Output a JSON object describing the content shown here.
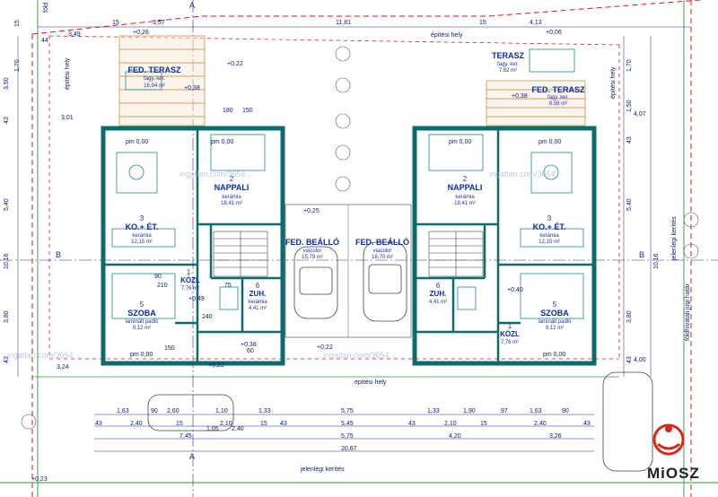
{
  "rooms": {
    "terasz_left": {
      "name": "FED. TERASZ",
      "finish": "fagy. ker.",
      "area": "16,94 m²"
    },
    "terasz_right_top": {
      "name": "TERASZ",
      "finish": "fagy. ker.",
      "area": "7,62 m²"
    },
    "terasz_right": {
      "name": "FED. TERASZ",
      "finish": "fagy. ker.",
      "area": "8,58 m²"
    },
    "nappali_left": {
      "num": "2",
      "name": "NAPPALI",
      "finish": "kerámia",
      "area": "18,41 m²"
    },
    "nappali_right": {
      "num": "2",
      "name": "NAPPALI",
      "finish": "kerámia",
      "area": "18,41 m²"
    },
    "koet_left": {
      "num": "3",
      "name": "KO.+ ÉT.",
      "finish": "kerámia",
      "area": "12,15 m²"
    },
    "koet_right": {
      "num": "3",
      "name": "KO.+ ÉT.",
      "finish": "kerámia",
      "area": "12,15 m²"
    },
    "szoba_left": {
      "num": "5",
      "name": "SZOBA",
      "finish": "laminált padló",
      "area": "9,12 m²"
    },
    "szoba_right": {
      "num": "5",
      "name": "SZOBA",
      "finish": "laminált padló",
      "area": "9,12 m²"
    },
    "kozl_left": {
      "num": "1",
      "name": "KÖZL",
      "area": "7,76 m²"
    },
    "kozl_right": {
      "num": "1",
      "name": "KÖZL",
      "area": "7,76 m²"
    },
    "zuh_left": {
      "num": "6",
      "name": "ZUH.",
      "finish": "kerámia",
      "area": "4,41 m²"
    },
    "zuh_right": {
      "num": "6",
      "name": "ZUH.",
      "area": "4,41 m²"
    },
    "beallo_left": {
      "name": "FED. BEÁLLÓ",
      "finish": "viacolor",
      "area": "15,79 m²"
    },
    "beallo_right": {
      "name": "FED. BEÁLLÓ",
      "finish": "viacolor",
      "area": "16,70 m²"
    }
  },
  "labels": {
    "epitesihely": "építési hely",
    "jelenlegi_kerites": "jelenlegi kerítés",
    "foldhivatali": "földhivatali jogi határ",
    "fold": "föld",
    "section_a": "A",
    "section_b": "B",
    "pm": "pm 0,00",
    "watermark": "ingatlan.com/3654...",
    "brand": "MiOSZ"
  },
  "levels": {
    "p026": "+0,26",
    "p022": "+0,22",
    "p038": "+0,38",
    "p006": "+0,06",
    "p025": "+0,25",
    "p040": "+0,40",
    "p023": "+0,23",
    "p049": "+0,49"
  },
  "dims_top": [
    "3,57",
    "11,81",
    "4,13",
    "3,49",
    "44",
    "15",
    "3,01",
    "4,07",
    "15"
  ],
  "dims_left": [
    "3,50",
    "1,70",
    "43",
    "5,40",
    "10,16",
    "3,80",
    "43",
    "15"
  ],
  "dims_right": [
    "1,70",
    "1,50",
    "43",
    "5,40",
    "10,16",
    "3,80",
    "43"
  ],
  "dims_bottom_row1": [
    "1,63",
    "90",
    "2,60",
    "1,10",
    "1,33",
    "5,75",
    "1,33",
    "1,90",
    "97",
    "1,63",
    "90"
  ],
  "dims_bottom_row2": [
    "43",
    "2,40",
    "15",
    "2,10",
    "15",
    "43",
    "5,45",
    "43",
    "2,10",
    "15",
    "2,40",
    "43"
  ],
  "dims_bottom_row3": [
    "7,45",
    "5,75",
    "4,20",
    "3,26"
  ],
  "dims_total": "20,67",
  "dims_inner": [
    "180",
    "150",
    "60",
    "240",
    "150",
    "75",
    "210",
    "90",
    "2,40",
    "1,05",
    "3,24",
    "4,00"
  ]
}
